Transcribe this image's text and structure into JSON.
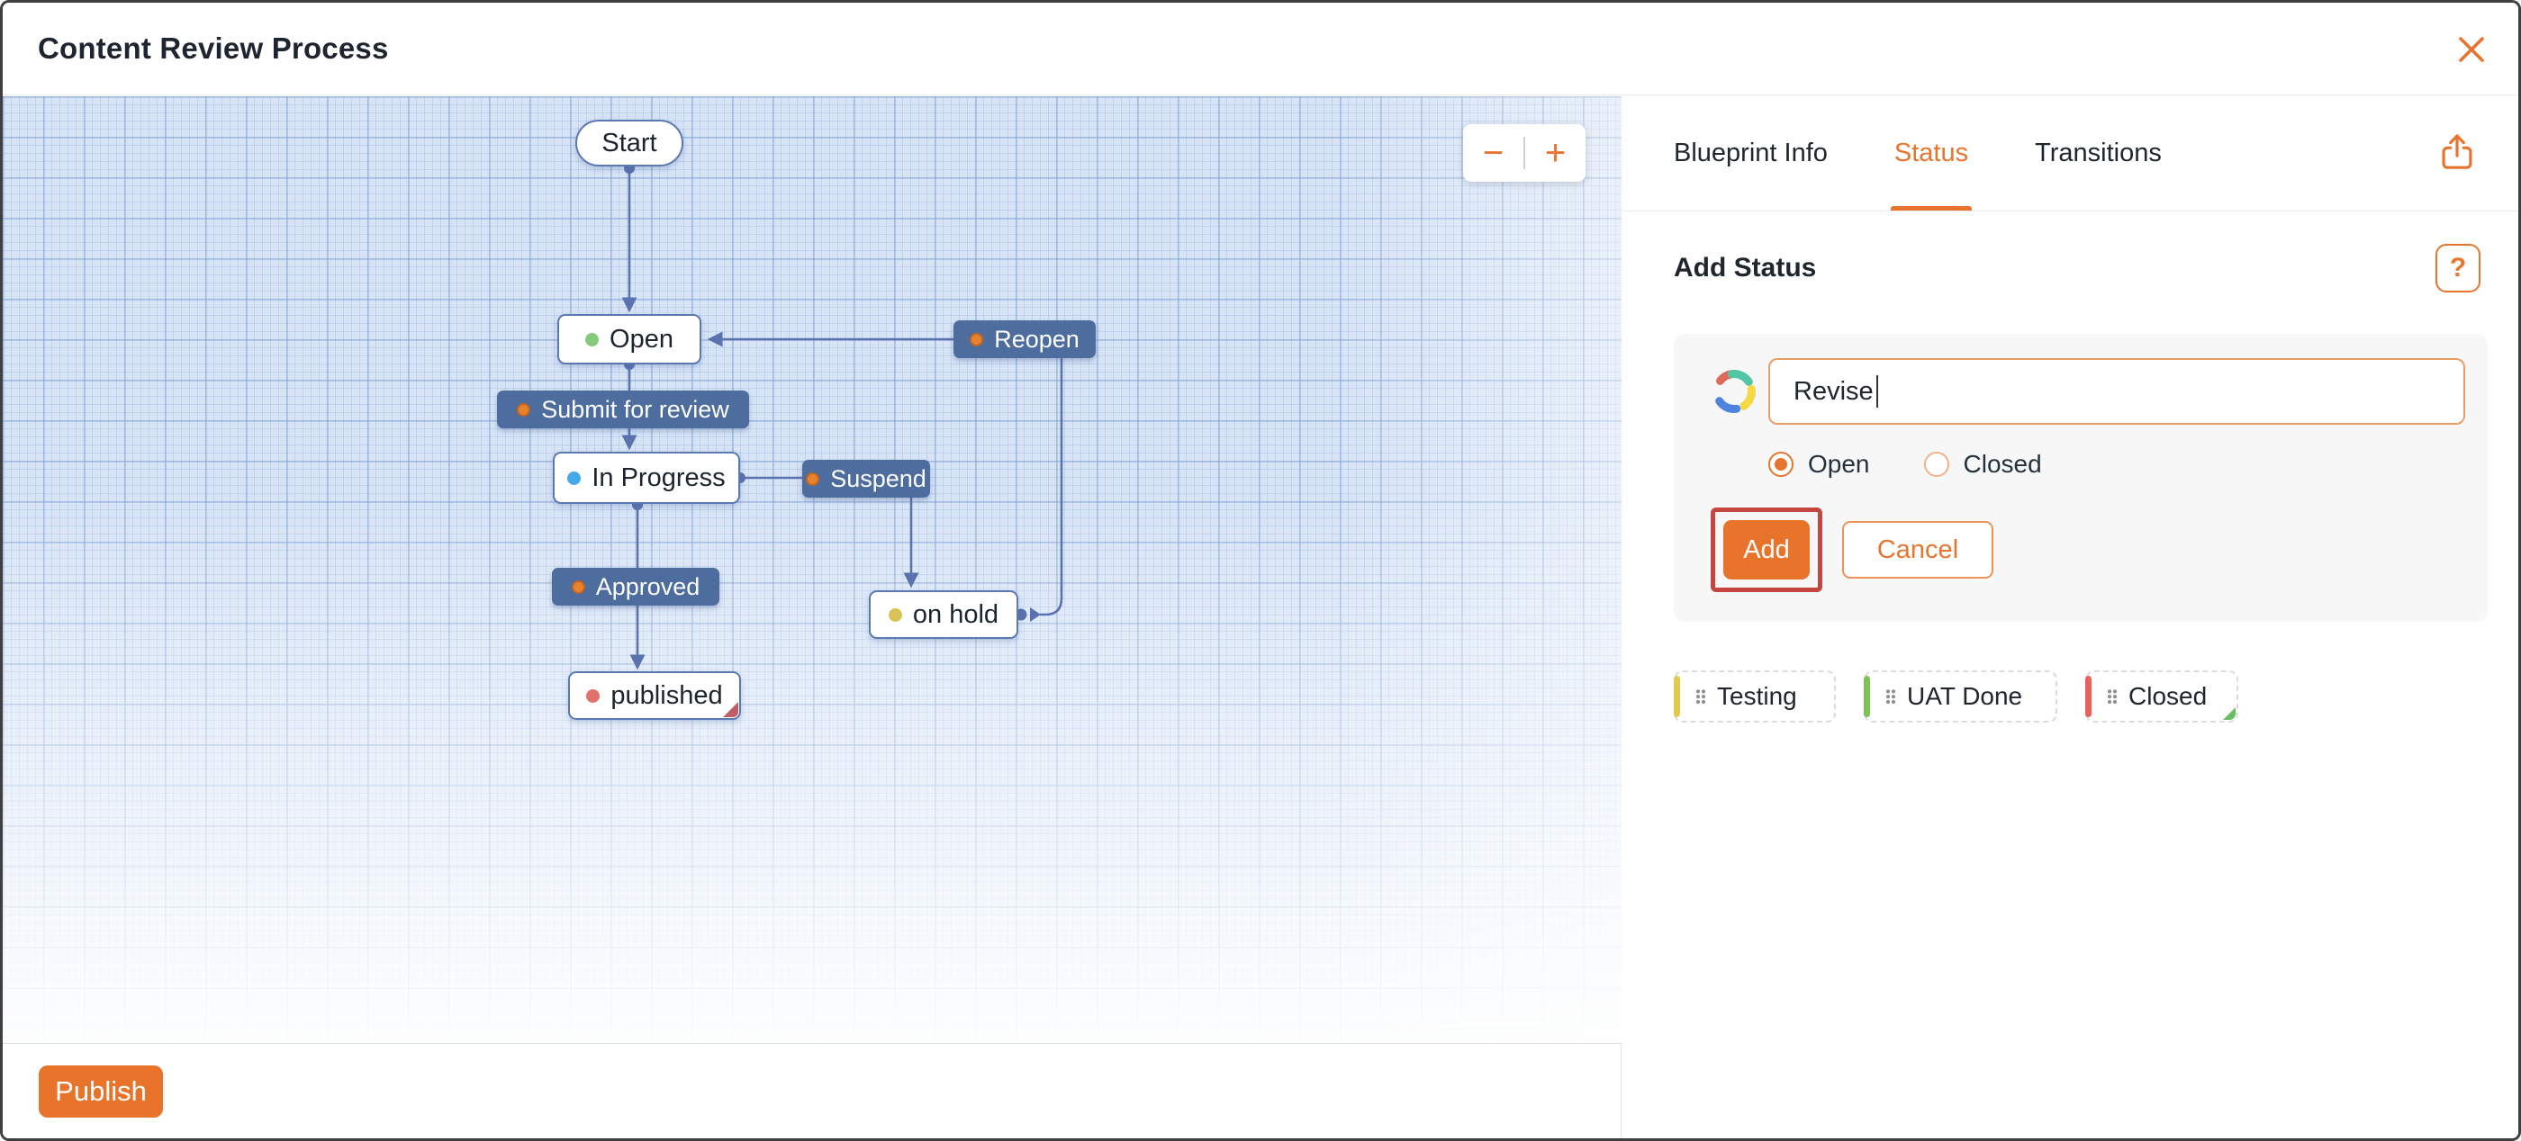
{
  "window": {
    "title": "Content Review Process"
  },
  "canvas": {
    "zoom_controls": {
      "zoom_out": "−",
      "zoom_in": "+"
    },
    "nodes": {
      "start": {
        "label": "Start"
      },
      "open": {
        "label": "Open",
        "dot_color": "#85c97d"
      },
      "in_progress": {
        "label": "In Progress",
        "dot_color": "#45a8e8"
      },
      "published": {
        "label": "published",
        "dot_color": "#e2716b"
      },
      "on_hold": {
        "label": "on hold",
        "dot_color": "#d9c357"
      }
    },
    "transitions": {
      "submit": {
        "label": "Submit for review",
        "dot_color": "#e8822f"
      },
      "suspend": {
        "label": "Suspend",
        "dot_color": "#e8822f"
      },
      "approved": {
        "label": "Approved",
        "dot_color": "#e8822f"
      },
      "reopen": {
        "label": "Reopen",
        "dot_color": "#e8822f"
      }
    },
    "publish_button": "Publish"
  },
  "panel": {
    "tabs": [
      {
        "label": "Blueprint Info"
      },
      {
        "label": "Status"
      },
      {
        "label": "Transitions"
      }
    ],
    "add_status": {
      "heading": "Add Status",
      "help_label": "?",
      "name_value": "Revise",
      "radio_open_label": "Open",
      "radio_closed_label": "Closed",
      "selected_type": "Open",
      "add_button": "Add",
      "cancel_button": "Cancel"
    },
    "status_chips": [
      {
        "label": "Testing",
        "bar_color": "#e5c84e"
      },
      {
        "label": "UAT Done",
        "bar_color": "#7fc257"
      },
      {
        "label": "Closed",
        "bar_color": "#e7635c",
        "corner_color": "#69bd5f"
      }
    ]
  },
  "colors": {
    "accent_orange": "#e8752f",
    "transition_box_blue": "#4d6d9e",
    "connector_blue": "#5a72ae",
    "annotation_red": "#c5463e",
    "published_corner_red": "#c05c63"
  }
}
